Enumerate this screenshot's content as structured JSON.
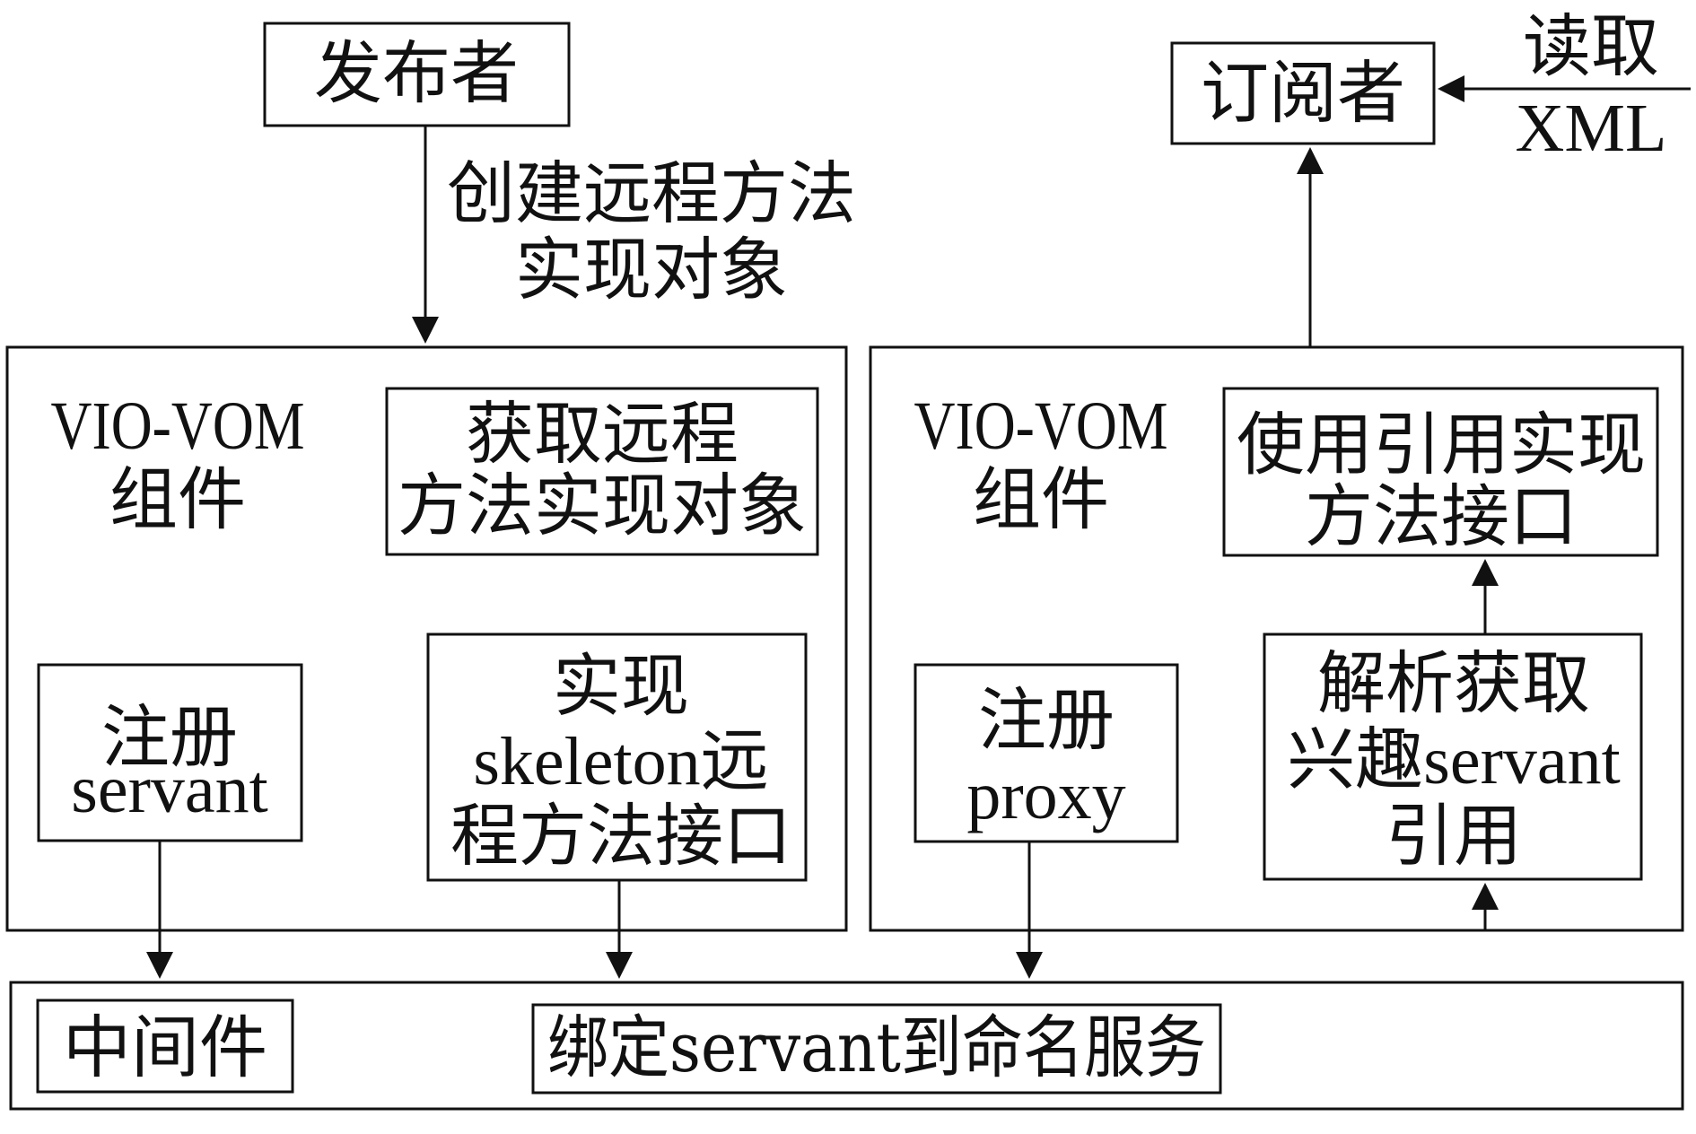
{
  "diagram": {
    "publisher": "发布者",
    "create_label": [
      "创建远程方法",
      "实现对象"
    ],
    "subscriber": "订阅者",
    "read_xml": [
      "读取",
      "XML"
    ],
    "left_panel": {
      "title": [
        "VIO-VOM",
        "组件"
      ],
      "get_remote": [
        "获取远程",
        "方法实现对象"
      ],
      "register_servant": [
        "注册",
        "servant"
      ],
      "skeleton": [
        "实现",
        "skeleton远",
        "程方法接口"
      ]
    },
    "right_panel": {
      "title": [
        "VIO-VOM",
        "组件"
      ],
      "use_ref": [
        "使用引用实现",
        "方法接口"
      ],
      "register_proxy": [
        "注册",
        "proxy"
      ],
      "parse_servant": [
        "解析获取",
        "兴趣servant",
        "引用"
      ]
    },
    "middleware": {
      "label": "中间件",
      "bind": "绑定servant到命名服务"
    }
  },
  "colors": {
    "stroke": "#111111",
    "background": "#ffffff"
  }
}
